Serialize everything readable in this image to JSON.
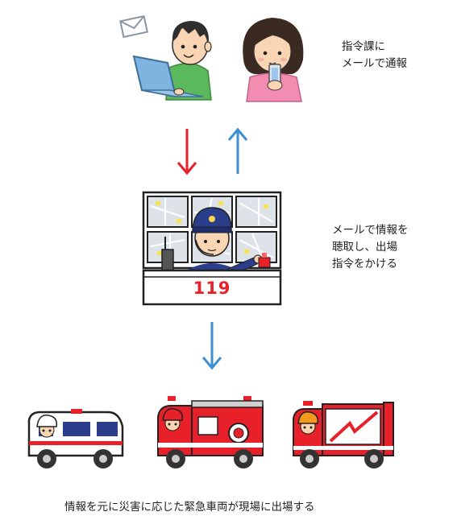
{
  "step1_caption": {
    "line1": "指令課に",
    "line2": "メールで通報"
  },
  "step2_caption": {
    "line1": "メールで情報を",
    "line2": "聴取し、出場",
    "line3": "指令をかける"
  },
  "step3_caption": "情報を元に災害に応じた緊急車両が現場に出場する",
  "console_number": "119",
  "colors": {
    "arrow_red": "#e8202a",
    "arrow_blue": "#3d8fd4",
    "fire_red": "#e8202a",
    "police_navy": "#2a3e8c"
  },
  "icons": [
    "mail-icon",
    "person-laptop-illustration",
    "woman-smartphone-illustration",
    "dispatch-console-illustration",
    "ambulance-illustration",
    "fire-engine-illustration",
    "rescue-truck-illustration"
  ]
}
